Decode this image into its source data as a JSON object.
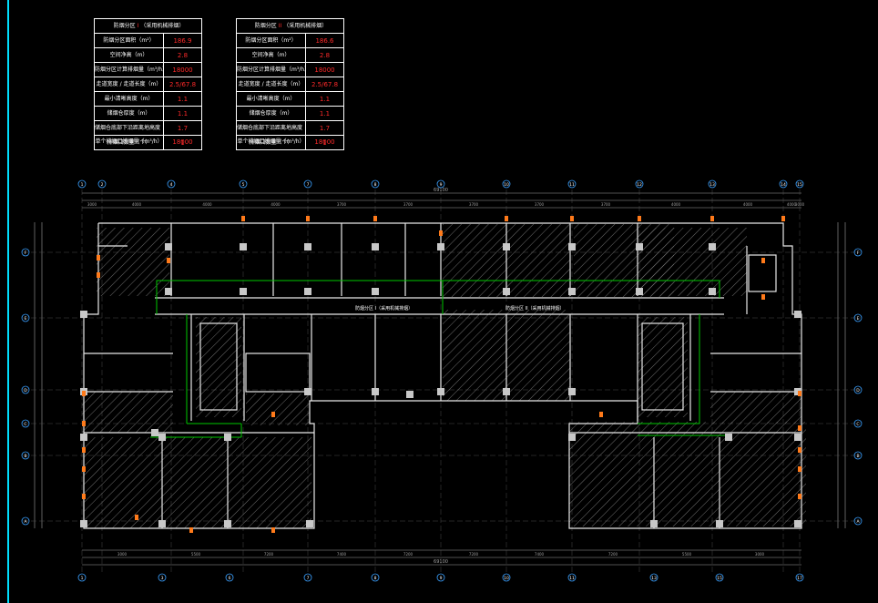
{
  "tables": [
    {
      "title": "防烟分区",
      "zone": "I",
      "note": "（采用机械排烟）",
      "rows": [
        {
          "label": "防烟分区面积（m²）",
          "value": "186.9"
        },
        {
          "label": "空间净高（m）",
          "value": "2.8"
        },
        {
          "label": "防烟分区计算排烟量（m³/h）",
          "value": "18000"
        },
        {
          "label": "走道宽度 / 走道长度（m）",
          "value": "2.5/67.8"
        },
        {
          "label": "最小清晰高度（m）",
          "value": "1.1"
        },
        {
          "label": "储烟仓厚度（m）",
          "value": "1.1"
        },
        {
          "label": "储烟仓底部下沿距离地高度（m）",
          "value": "1.7"
        },
        {
          "label": "排烟口数量（个）",
          "value": "1"
        },
        {
          "label": "单个排烟口排烟量（m³/h）",
          "value": "18000"
        }
      ]
    },
    {
      "title": "防烟分区",
      "zone": "II",
      "note": "（采用机械排烟）",
      "rows": [
        {
          "label": "防烟分区面积（m²）",
          "value": "186.6"
        },
        {
          "label": "空间净高（m）",
          "value": "2.8"
        },
        {
          "label": "防烟分区计算排烟量（m³/h）",
          "value": "18000"
        },
        {
          "label": "走道宽度 / 走道长度（m）",
          "value": "2.5/67.8"
        },
        {
          "label": "最小清晰高度（m）",
          "value": "1.1"
        },
        {
          "label": "储烟仓厚度（m）",
          "value": "1.1"
        },
        {
          "label": "储烟仓底部下沿距离地高度（m）",
          "value": "1.7"
        },
        {
          "label": "排烟口数量（个）",
          "value": "1"
        },
        {
          "label": "单个排烟口排烟量（m³/h）",
          "value": "18000"
        }
      ]
    }
  ],
  "corridor_labels": [
    "防烟分区 I（采用机械排烟）",
    "防烟分区 II（采用机械排烟）"
  ],
  "axes": {
    "top": [
      "1",
      "2",
      "4",
      "5",
      "7",
      "8",
      "9",
      "10",
      "11",
      "12",
      "13",
      "14",
      "15"
    ],
    "bottom": [
      "1",
      "3",
      "6",
      "7",
      "8",
      "9",
      "10",
      "11",
      "13",
      "15",
      "17"
    ],
    "left": [
      "F",
      "E",
      "D",
      "C",
      "B",
      "A"
    ],
    "right": [
      "F",
      "E",
      "D",
      "C",
      "B",
      "A"
    ]
  },
  "dimensions": {
    "overall": "69100",
    "top_row": [
      "3000",
      "4000",
      "4000",
      "4000",
      "3700",
      "3700",
      "3700",
      "3700",
      "3700",
      "4000",
      "4000",
      "4000",
      "3000"
    ],
    "bottom_row": [
      "3000",
      "5500",
      "7200",
      "7400",
      "7200",
      "7200",
      "7400",
      "7200",
      "5500",
      "3000"
    ]
  },
  "colors": {
    "background": "#000000",
    "wall": "#ffffff",
    "hatch": "#9a9a9a",
    "zone_boundary": "#00c800",
    "axis": "#3aa0ff",
    "dimension": "#a0a0a0",
    "column": "#c8c8c8",
    "value_text": "#ff2a2a",
    "marker": "#ff7a1a",
    "left_edge": "#00e0ff"
  }
}
